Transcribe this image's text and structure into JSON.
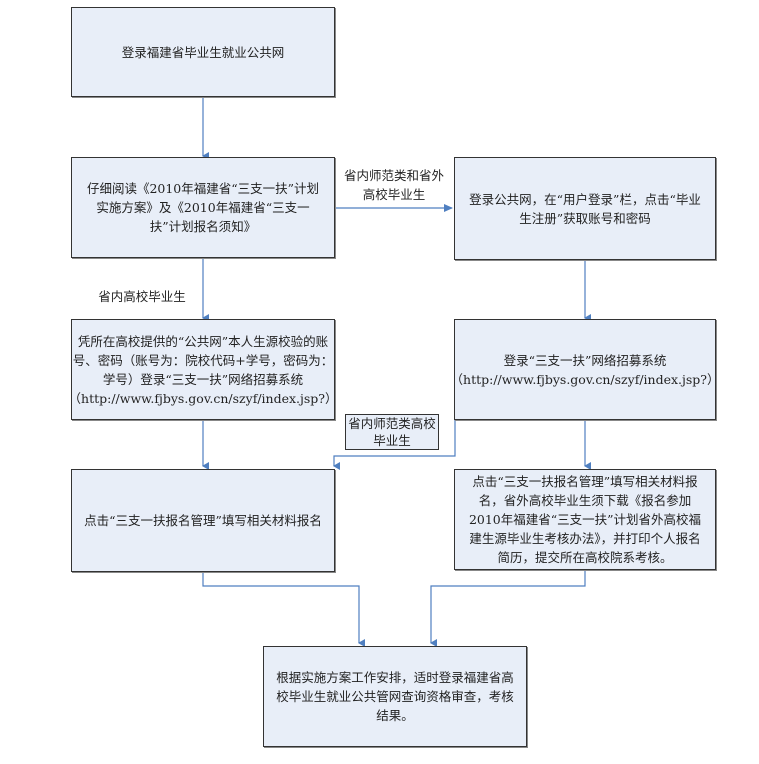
{
  "diagram": {
    "type": "flowchart",
    "colors": {
      "box_fill": "#e8eef8",
      "box_border": "#333333",
      "connector": "#4f7fc0"
    },
    "nodes": {
      "step1": "登录福建省毕业生就业公共网",
      "step2": "仔细阅读《2010年福建省“三支一扶”计划实施方案》及《2010年福建省“三支一扶”计划报名须知》",
      "step3_right": "登录公共网，在“用户登录”栏，点击“毕业生注册”获取账号和密码",
      "step4_left": "凭所在高校提供的“公共网”本人生源校验的账号、密码（账号为：院校代码+学号，密码为：学号）登录“三支一扶”网络招募系统（http://www.fjbys.gov.cn/szyf/index.jsp?）",
      "step4_right": "登录“三支一扶”网络招募系统（http://www.fjbys.gov.cn/szyf/index.jsp?）",
      "step5_left": "点击“三支一扶报名管理”填写相关材料报名",
      "step5_right": "点击“三支一扶报名管理”填写相关材料报名，省外高校毕业生须下载《报名参加2010年福建省“三支一扶”计划省外高校福建生源毕业生考核办法》，并打印个人报名简历，提交所在高校院系考核。",
      "step6": "根据实施方案工作安排，适时登录福建省高校毕业生就业公共管网查询资格审查，考核结果。"
    },
    "edge_labels": {
      "to_right_branch": "省内师范类和省外高校毕业生",
      "to_left_branch": "省内高校毕业生",
      "normal_crossover": "省内师范类高校毕业生"
    }
  }
}
